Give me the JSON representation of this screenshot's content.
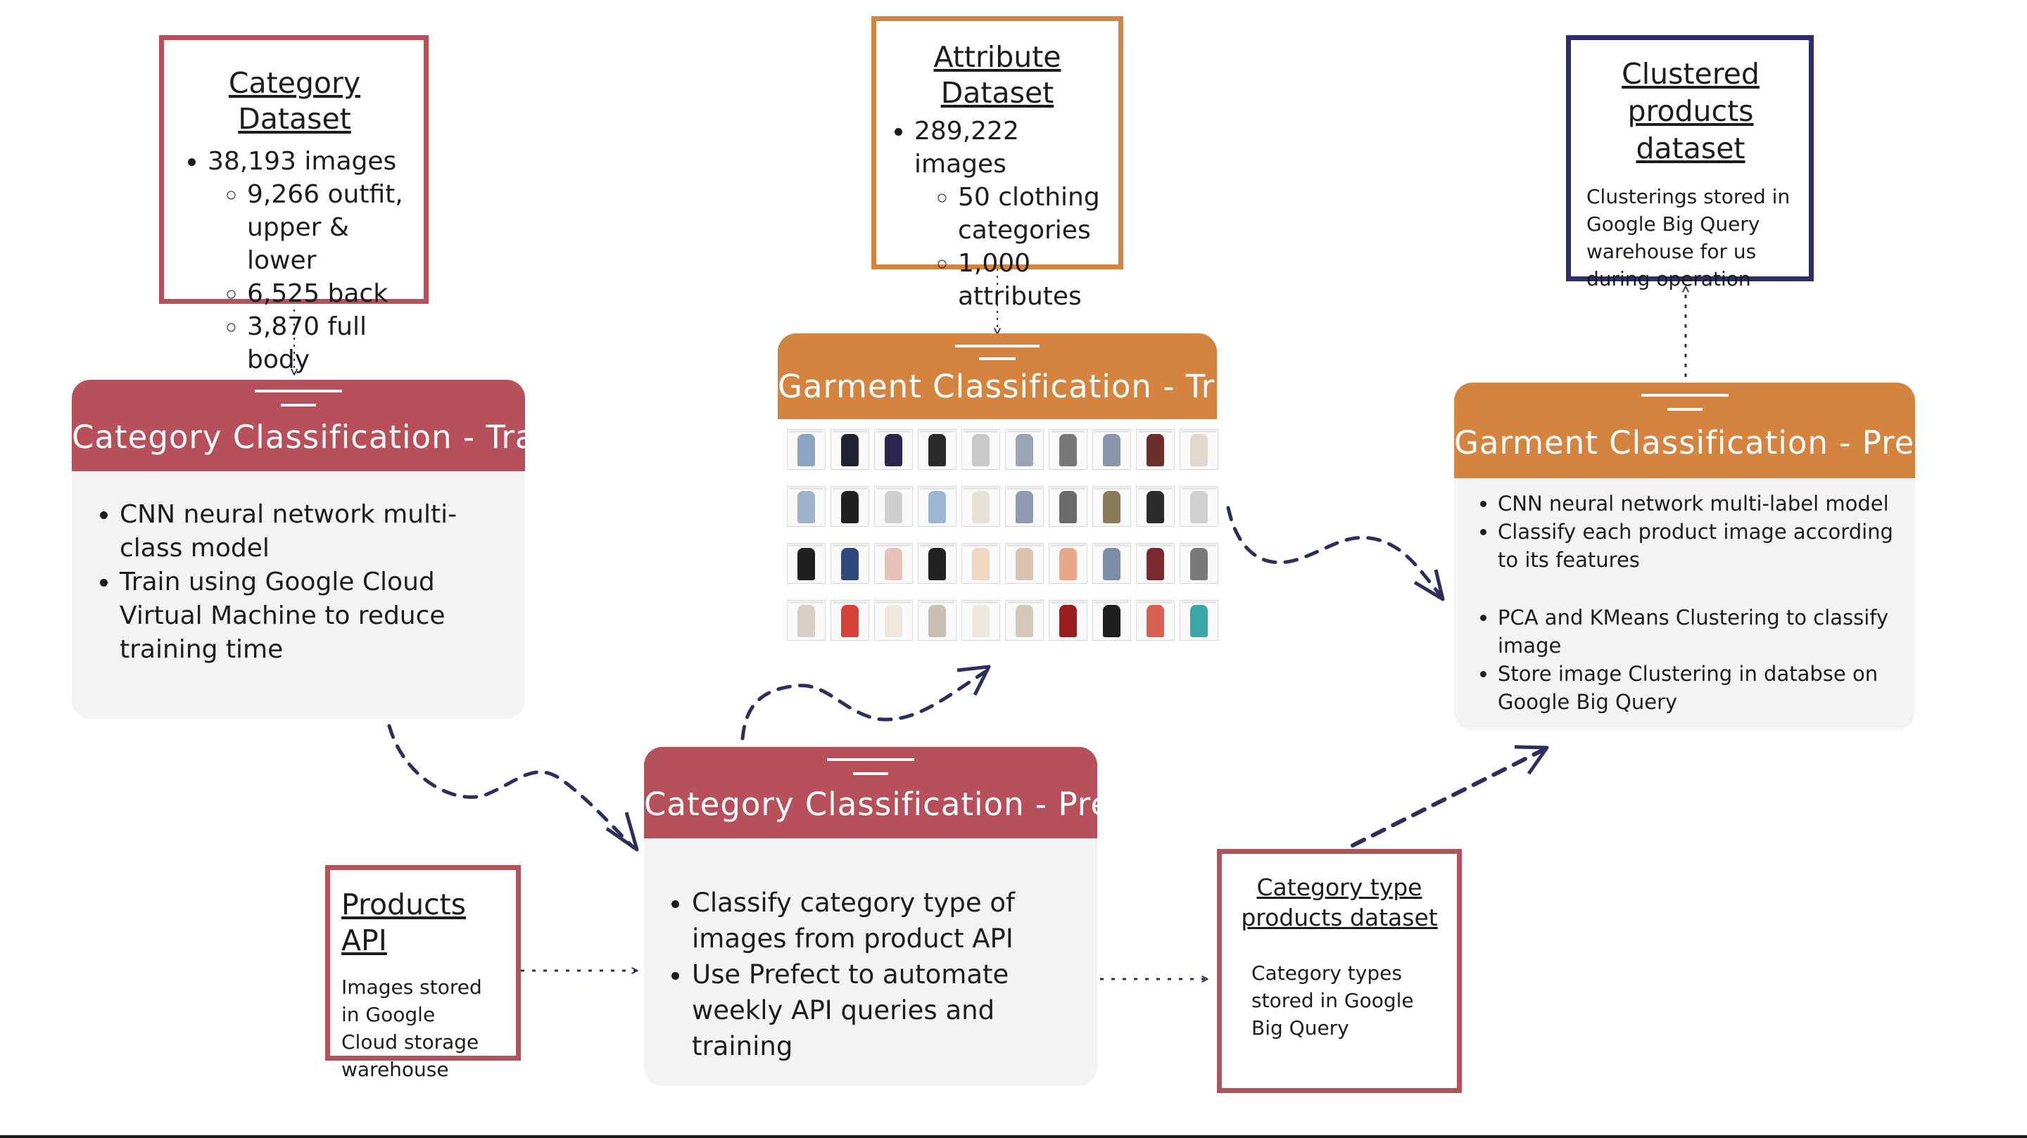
{
  "category_dataset": {
    "title": "Category Dataset",
    "total": "38,193 images",
    "sub": [
      "9,266 outfit, upper & lower",
      "6,525 back",
      "3,870 full body"
    ]
  },
  "attribute_dataset": {
    "title": "Attribute Dataset",
    "total": "289,222 images",
    "sub": [
      "50 clothing categories",
      "1,000 attributes"
    ]
  },
  "clustered_dataset": {
    "title": "Clustered products dataset",
    "text": "Clusterings  stored in\nGoogle Big Query\nwarehouse for us\nduring operation"
  },
  "category_train": {
    "title": "Category Classification - Train",
    "bullets": [
      "CNN neural network multi-class model",
      "Train using Google Cloud Virtual Machine to reduce training time"
    ]
  },
  "garment_train": {
    "title": "Garment Classification - Train"
  },
  "garment_predict": {
    "title": "Garment Classification - Predict",
    "bullets_a": [
      "CNN neural network multi-label model",
      "Classify each product image according to its features"
    ],
    "bullets_b": [
      "PCA and KMeans Clustering to classify image",
      "Store image Clustering in databse on Google Big Query"
    ]
  },
  "category_predict": {
    "title": "Category Classification - Predict",
    "bullets": [
      "Classify category type of images from product API",
      "Use Prefect to automate weekly API queries and training"
    ]
  },
  "products_api": {
    "title": "Products API",
    "text": "Images stored\nin Google\nCloud storage\nwarehouse"
  },
  "category_type_dataset": {
    "title": "Category type products dataset",
    "text": "Category types\nstored in Google\nBig Query"
  },
  "colors": {
    "red": "#b8505c",
    "orange": "#d5843f",
    "navy": "#2c2c6e",
    "arrow": "#2c2f5e"
  },
  "thumbnail_colors": [
    [
      "#8aa5c4",
      "#1f2230",
      "#2b2550",
      "#2a2a2a",
      "#c9c9c9",
      "#9aa4b5",
      "#777777",
      "#8a96aa",
      "#6d2f2a",
      "#e0d8cc"
    ],
    [
      "#9fb3cc",
      "#202020",
      "#cfcfcf",
      "#9db5d4",
      "#e8e2d6",
      "#8f9bb0",
      "#6a6a6a",
      "#8a7a5a",
      "#2a2a2a",
      "#d0d0d0"
    ],
    [
      "#202020",
      "#2f4a7a",
      "#e8c2b8",
      "#222222",
      "#f0d8c0",
      "#d9c3b0",
      "#e8a888",
      "#7b8ea6",
      "#7a2a30",
      "#7a7a7a"
    ],
    [
      "#d8d0c8",
      "#d8403a",
      "#ede7dc",
      "#c8c0b4",
      "#efe8dc",
      "#d4c8b8",
      "#9a1e1e",
      "#1e1e1e",
      "#d86050",
      "#3aa8a8"
    ]
  ]
}
